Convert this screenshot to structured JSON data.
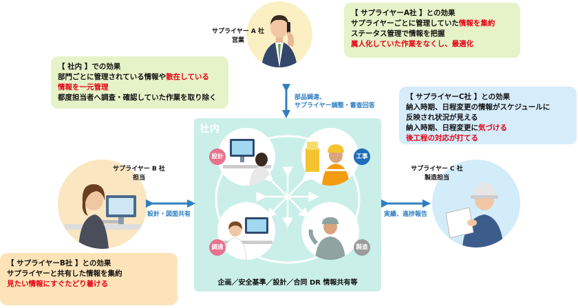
{
  "box_supplier_a": {
    "title": "【 サプライヤーA社 】との効果",
    "line1": "サプライヤーごとに管理していた",
    "line1_red": "情報を集約",
    "line2": "ステータス管理で情報を把握",
    "line3_red": "属人化していた作業をなくし、最適化"
  },
  "box_internal": {
    "title": "【 社内 】での効果",
    "line1": "部門ごとに管理されている情報や",
    "line1_red": "散在している",
    "line2_red": "情報を一元管理",
    "line3": "都度担当者へ調査・確認していた作業を取り除く"
  },
  "box_supplier_c": {
    "title": "【 サプライヤーC社 】との効果",
    "line1": "納入時期、日程変更の情報がスケジュールに",
    "line2": "反映され状況が見える",
    "line3": "納入時期、日程変更に",
    "line3_red": "気づける",
    "line4_red": "後工程の対応が打てる"
  },
  "box_supplier_b": {
    "title": "【 サプライヤーB社 】との効果",
    "line1": "サプライヤーと共有した情報を集約",
    "line2_red": "見たい情報にすぐたどり着ける"
  },
  "people": {
    "a_name": "サプライヤー A 社",
    "a_role": "営業",
    "b_name": "サプライヤー B 社",
    "b_role": "担当",
    "c_name": "サプライヤー C 社",
    "c_role": "製造担当"
  },
  "center": {
    "title": "社内",
    "badge_design": "設計",
    "badge_construction": "工事",
    "badge_procurement": "調達",
    "badge_manufacturing": "製造",
    "footer": "企画／安全基準／設計／合同 DR 情報共有等"
  },
  "arrows": {
    "top_line1": "部品調達、",
    "top_line2": "サプライヤー調整・審查回答",
    "left": "設計・図面共有",
    "right": "実績、進捗報告"
  },
  "colors": {
    "red_text": "#e60012",
    "arrow_blue": "#2f7fc1",
    "badge_design": "#e8718d",
    "badge_construction": "#1e6fb8",
    "badge_procurement": "#e8718d",
    "badge_manufacturing": "#9b9b9b"
  }
}
